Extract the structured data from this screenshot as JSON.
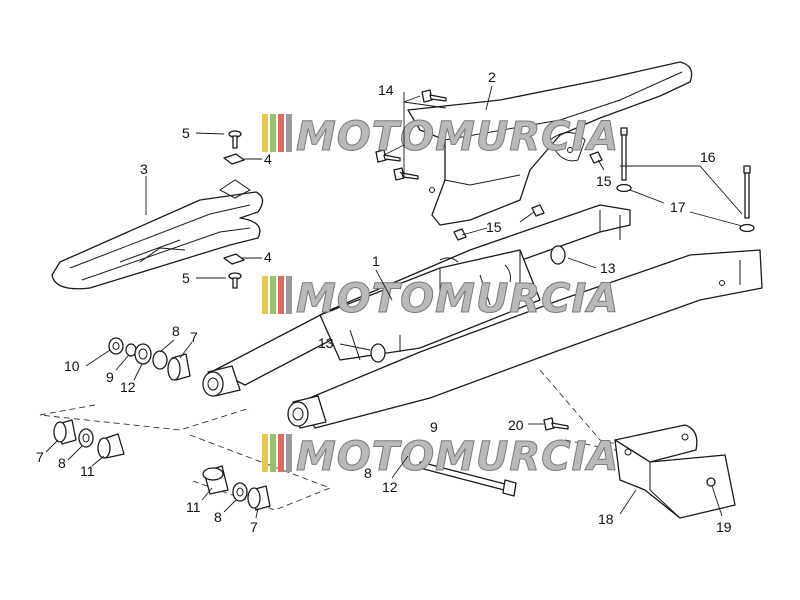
{
  "watermark": {
    "text": "MOTOMURCIA",
    "stripe_colors": [
      "#e8c84a",
      "#8fc46a",
      "#e06a5a",
      "#9a9a9a"
    ],
    "text_color": "#b9b9b9"
  },
  "callouts": {
    "c1": "1",
    "c2": "2",
    "c3": "3",
    "c4a": "4",
    "c4b": "4",
    "c5a": "5",
    "c5b": "5",
    "c7a": "7",
    "c7b": "7",
    "c7c": "7",
    "c8a": "8",
    "c8b": "8",
    "c8c": "8",
    "c8d": "8",
    "c9a": "9",
    "c9b": "9",
    "c10": "10",
    "c11a": "11",
    "c11b": "11",
    "c12a": "12",
    "c12b": "12",
    "c13a": "13",
    "c13b": "13",
    "c14": "14",
    "c15a": "15",
    "c15b": "15",
    "c16": "16",
    "c17": "17",
    "c18": "18",
    "c19": "19",
    "c20": "20"
  }
}
